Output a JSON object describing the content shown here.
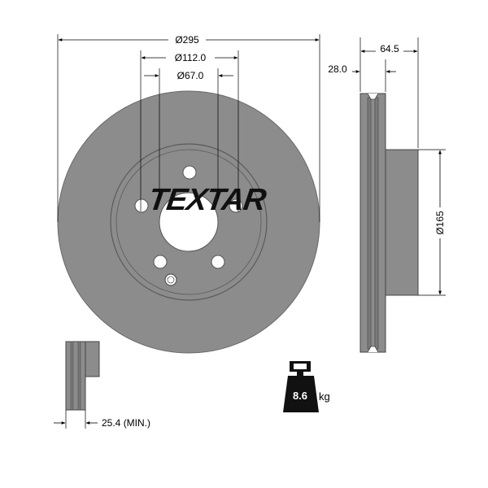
{
  "brand": "TEXTAR",
  "dimensions": {
    "outer_diameter": "Ø295",
    "bolt_circle": "Ø112.0",
    "center_bore": "Ø67.0",
    "hat_diameter": "Ø165",
    "total_height": "64.5",
    "thickness": "28.0",
    "min_thickness": "25.4 (MIN.)"
  },
  "weight": {
    "value": "8.6",
    "unit": "kg"
  },
  "colors": {
    "disc": "#8c8c8c",
    "outline": "#555555",
    "line": "#000000"
  }
}
